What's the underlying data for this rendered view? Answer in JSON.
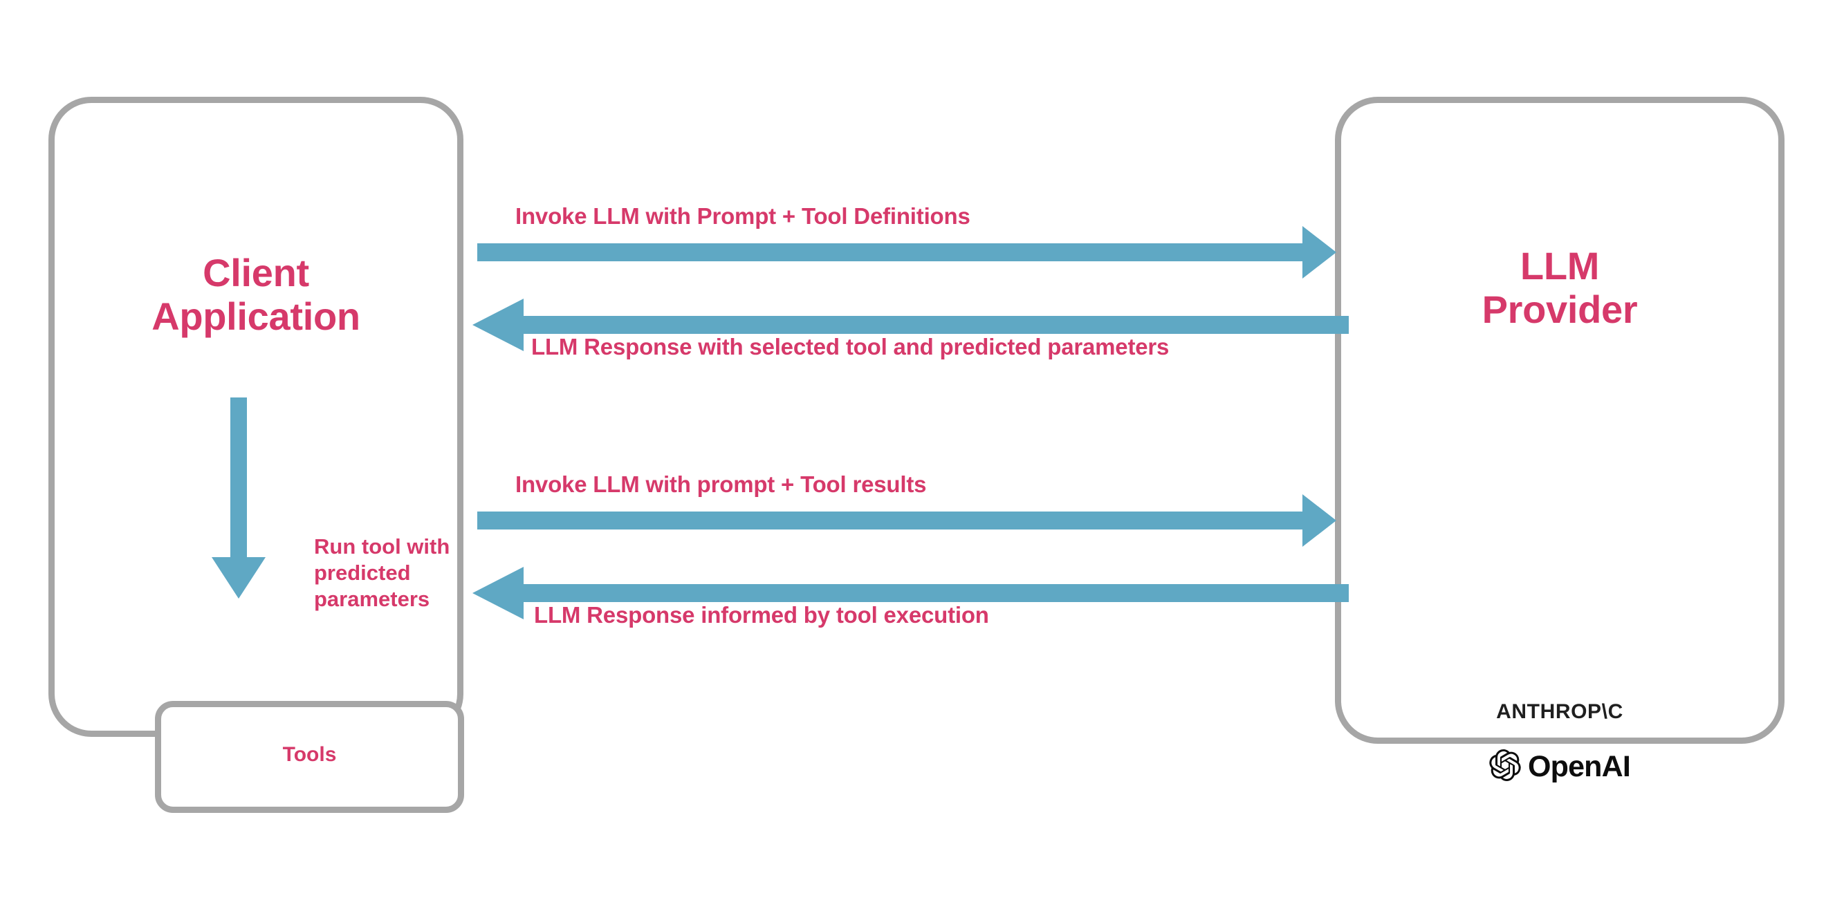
{
  "diagram": {
    "title": "LLM tool-calling interaction flow",
    "colors": {
      "accent_pink": "#d6396a",
      "arrow_blue": "#5fa8c4",
      "box_border_gray": "#a6a6a6",
      "logo_black": "#1f1f1f",
      "background": "#ffffff"
    },
    "nodes": {
      "client": {
        "title_line1": "Client",
        "title_line2": "Application",
        "subnode": {
          "label": "Tools"
        },
        "internal_arrow_label": "Run tool with predicted parameters"
      },
      "provider": {
        "title_line1": "LLM",
        "title_line2": "Provider",
        "brands": [
          {
            "name": "anthropic-logo",
            "text": "ANTHROP\\C"
          },
          {
            "name": "openai-logo",
            "text": "OpenAI"
          }
        ]
      }
    },
    "flows": [
      {
        "id": "flow-1",
        "label": "Invoke LLM with Prompt + Tool Definitions",
        "direction": "client-to-provider"
      },
      {
        "id": "flow-2",
        "label": "LLM Response with selected tool and predicted parameters",
        "direction": "provider-to-client"
      },
      {
        "id": "flow-3",
        "label": "Invoke LLM with prompt + Tool results",
        "direction": "client-to-provider"
      },
      {
        "id": "flow-4",
        "label": "LLM Response informed by tool execution",
        "direction": "provider-to-client"
      }
    ]
  }
}
